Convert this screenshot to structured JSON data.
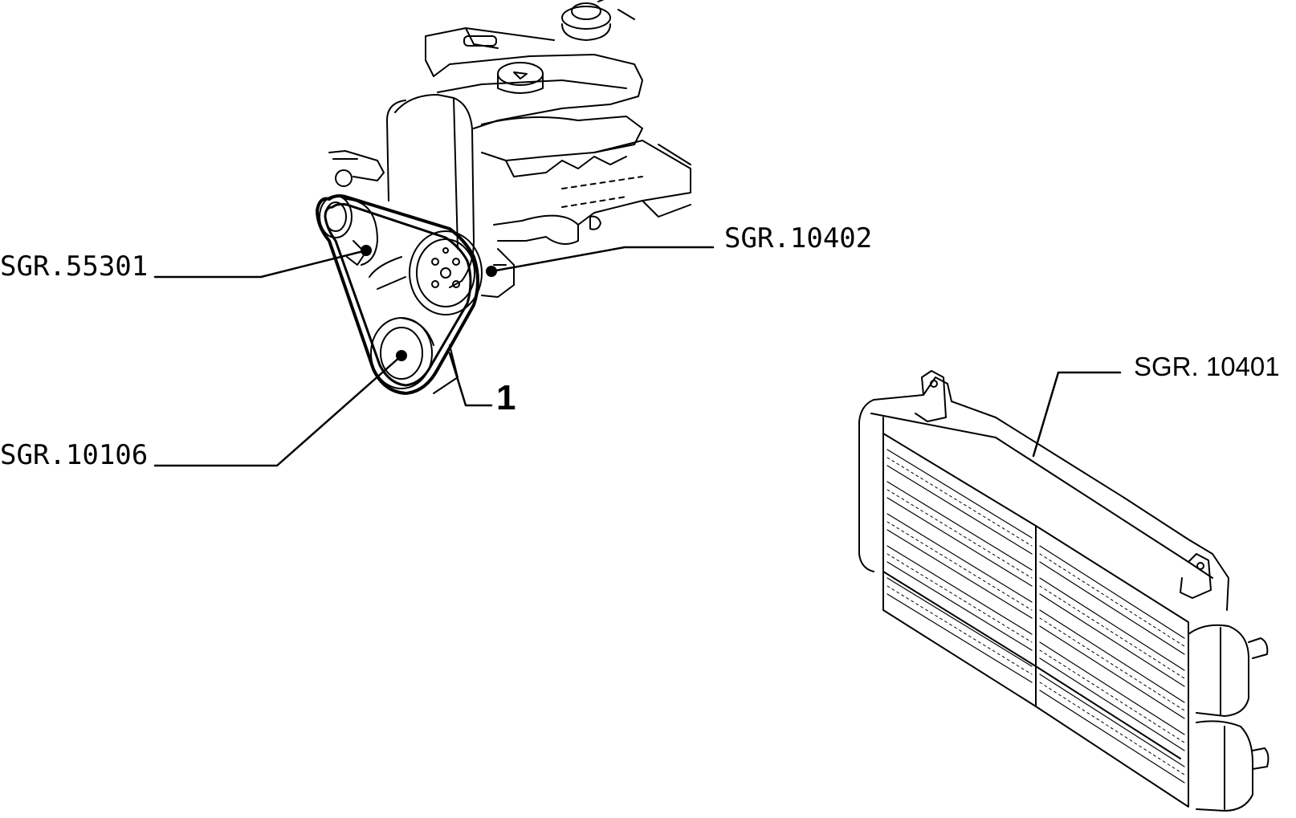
{
  "callouts": {
    "sgr_55301": "SGR.55301",
    "sgr_10106": "SGR.10106",
    "sgr_10402": "SGR.10402",
    "sgr_10401": "SGR. 10401",
    "item_1": "1"
  },
  "colors": {
    "line": "#000000",
    "background": "#ffffff"
  }
}
